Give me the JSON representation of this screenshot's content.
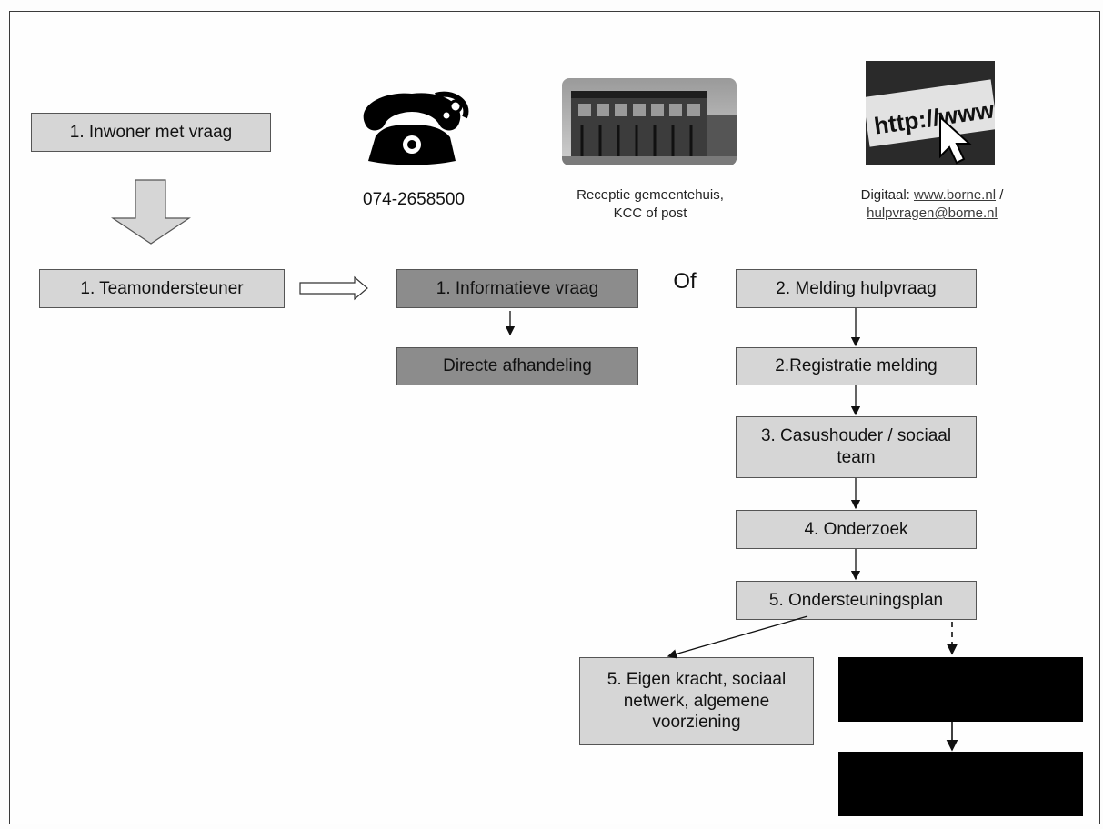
{
  "boxes": {
    "inwoner": "1. Inwoner met vraag",
    "teamondersteuner": "1. Teamondersteuner",
    "informatieve": "1. Informatieve vraag",
    "directe": "Directe afhandeling",
    "melding": "2. Melding hulpvraag",
    "registratie": "2.Registratie melding",
    "casushouder": "3. Casushouder / sociaal team",
    "onderzoek": "4. Onderzoek",
    "plan": "5. Ondersteuningsplan",
    "eigen_kracht": "5. Eigen kracht, sociaal netwerk, algemene voorziening"
  },
  "of_label": "Of",
  "channels": {
    "phone": "074-2658500",
    "reception_line1": "Receptie gemeentehuis,",
    "reception_line2": "KCC of post",
    "digital_prefix": "Digitaal: ",
    "digital_link1": "www.borne.nl",
    "digital_sep": " /",
    "digital_link2": "hulpvragen@borne.nl",
    "url_graphic": "http://www"
  }
}
